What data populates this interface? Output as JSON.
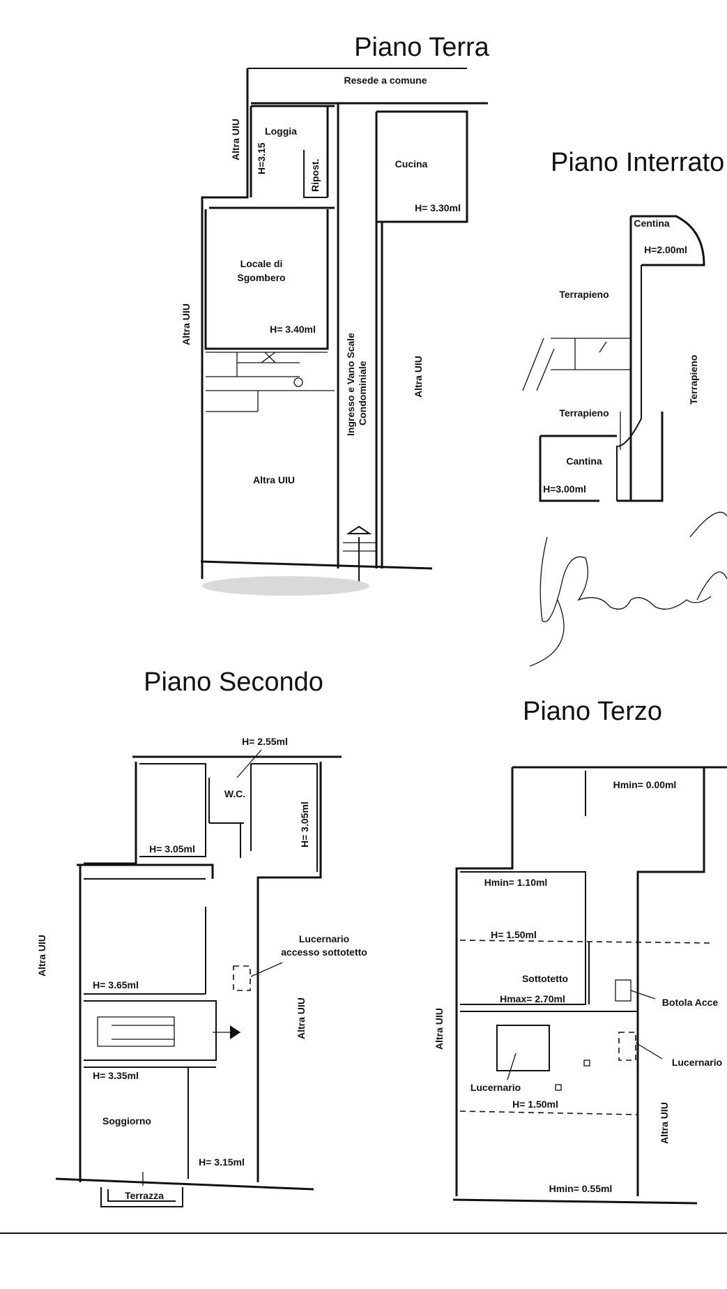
{
  "piano_terra": {
    "title": "Piano Terra",
    "resede": "Resede a comune",
    "loggia": "Loggia",
    "loggia_h": "H=3.15",
    "ripost": "Ripost.",
    "cucina": "Cucina",
    "cucina_h": "H= 3.30ml",
    "altra_uiu_top": "Altra UIU",
    "locale": "Locale di",
    "sgombero": "Sgombero",
    "locale_h": "H= 3.40ml",
    "altra_uiu_left": "Altra UIU",
    "ingresso_1": "Ingresso e Vano Scale",
    "ingresso_2": "Condominiale",
    "altra_uiu_right": "Altra UIU",
    "altra_uiu_bottom": "Altra UIU"
  },
  "piano_interrato": {
    "title": "Piano Interrato",
    "cantina_top": "Centina",
    "cantina_top_h": "H=2.00ml",
    "terrapieno_1": "Terrapieno",
    "terrapieno_2": "Terrapieno",
    "terrapieno_right": "Terrapieno",
    "cantina_bottom": "Cantina",
    "cantina_bottom_h": "H=3.00ml"
  },
  "piano_secondo": {
    "title": "Piano Secondo",
    "h_wc": "H= 2.55ml",
    "wc": "W.C.",
    "h_right": "H= 3.05ml",
    "h_left": "H= 3.05ml",
    "lucernario_1": "Lucernario",
    "lucernario_2": "accesso sottotetto",
    "altra_uiu_left": "Altra UIU",
    "h_365": "H= 3.65ml",
    "altra_uiu_right": "Altra UIU",
    "h_335": "H= 3.35ml",
    "soggiorno": "Soggiorno",
    "h_315": "H= 3.15ml",
    "terrazza": "Terrazza"
  },
  "piano_terzo": {
    "title": "Piano Terzo",
    "hmin_000": "Hmin= 0.00ml",
    "hmin_110": "Hmin= 1.10ml",
    "h_150_a": "H= 1.50ml",
    "sottotetto": "Sottotetto",
    "hmax": "Hmax= 2.70ml",
    "botola": "Botola Acce",
    "altra_uiu_left": "Altra UIU",
    "lucernario_left": "Lucernario",
    "lucernario_right": "Lucernario",
    "h_150_b": "H= 1.50ml",
    "altra_uiu_right": "Altra UIU",
    "hmin_055": "Hmin= 0.55ml"
  },
  "signature": {
    "description_hidden": ""
  }
}
